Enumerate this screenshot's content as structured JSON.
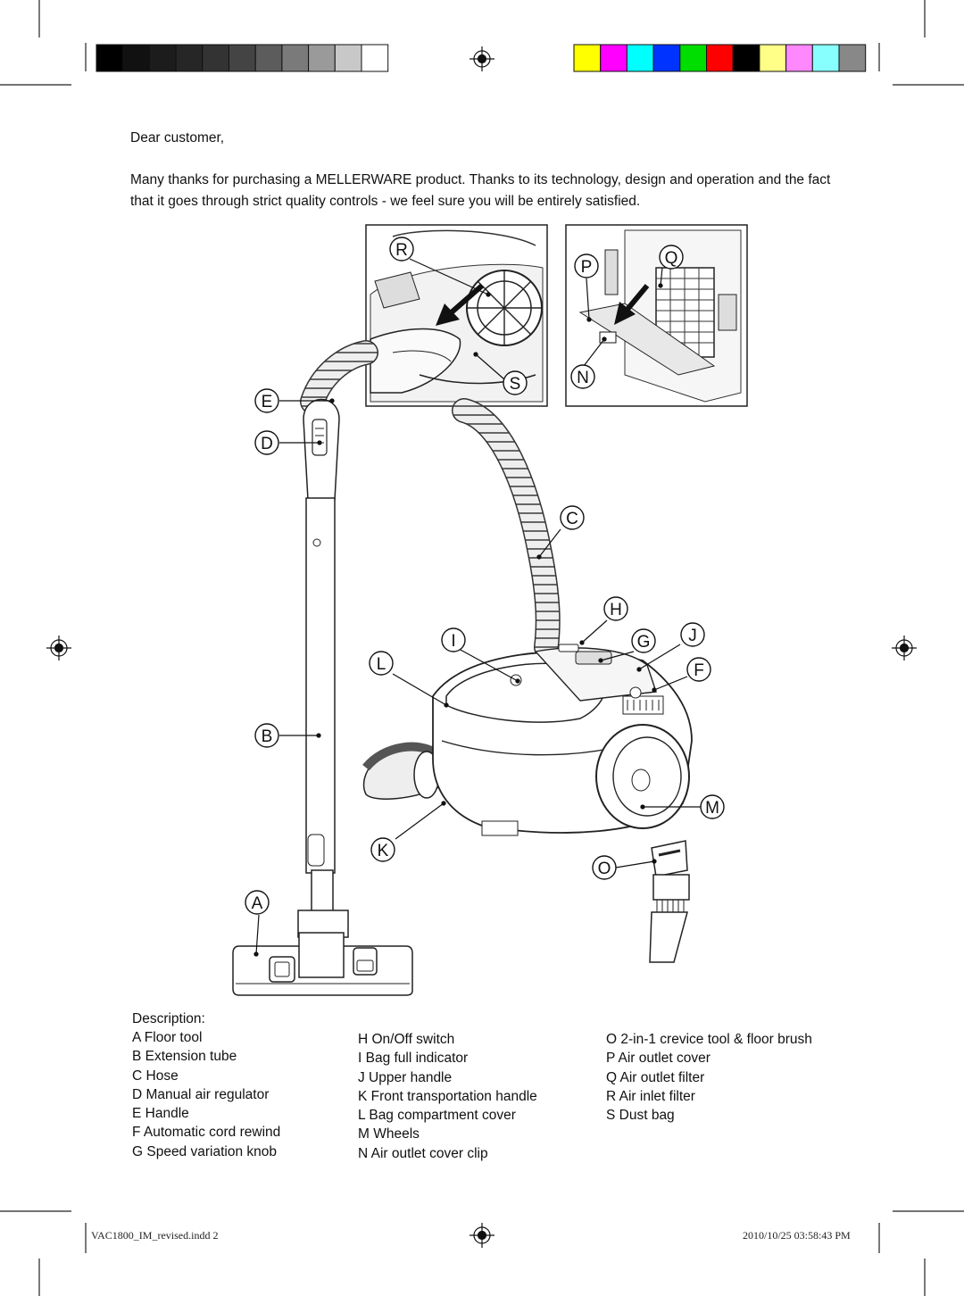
{
  "color_bars": {
    "grayscale": [
      "#000000",
      "#111111",
      "#1c1c1c",
      "#262626",
      "#333333",
      "#444444",
      "#5c5c5c",
      "#7a7a7a",
      "#9a9a9a",
      "#c8c8c8",
      "#ffffff"
    ],
    "color": [
      "#ffff00",
      "#ff00ff",
      "#00ffff",
      "#0033ff",
      "#00dd00",
      "#ff0000",
      "#000000",
      "#ffff88",
      "#ff88ff",
      "#88ffff",
      "#888888"
    ]
  },
  "intro": {
    "greeting": "Dear customer,",
    "body": "Many thanks for purchasing a MELLERWARE product. Thanks to its technology, design and operation and the fact that it goes through strict quality controls - we feel sure you will be entirely satisfied."
  },
  "labels": {
    "R": "R",
    "S": "S",
    "P": "P",
    "Q": "Q",
    "N": "N",
    "E": "E",
    "D": "D",
    "C": "C",
    "H": "H",
    "I": "I",
    "G": "G",
    "J": "J",
    "L": "L",
    "F": "F",
    "B": "B",
    "M": "M",
    "K": "K",
    "O": "O",
    "A": "A"
  },
  "description": {
    "heading": "Description:",
    "col1": [
      "A Floor tool",
      "B Extension tube",
      "C Hose",
      "D Manual air regulator",
      "E Handle",
      "F Automatic cord rewind",
      "G Speed variation knob"
    ],
    "col2": [
      "H On/Off switch",
      "I Bag full indicator",
      "J Upper handle",
      "K Front transportation handle",
      "L Bag compartment cover",
      "M Wheels",
      "N Air outlet cover clip"
    ],
    "col3": [
      "O 2-in-1 crevice tool & floor brush",
      "P Air outlet cover",
      "Q Air outlet filter",
      "R Air inlet filter",
      "S Dust bag"
    ]
  },
  "footer": {
    "file": "VAC1800_IM_revised.indd   2",
    "timestamp": "2010/10/25   03:58:43 PM"
  }
}
